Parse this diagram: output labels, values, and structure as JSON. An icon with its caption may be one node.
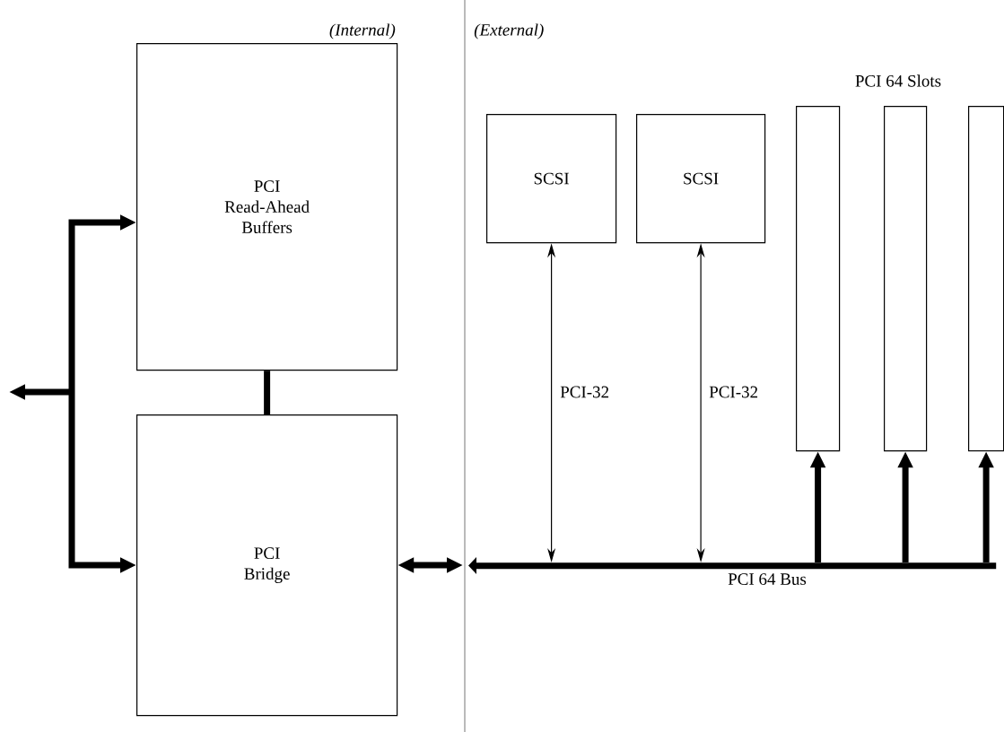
{
  "diagram": {
    "nodes": [
      {
        "text": [
          "PCI Read-Ahead Buffers"
        ]
      },
      {
        "text": [
          "PCI Bridge"
        ]
      },
      {
        "text": [
          "SCSI"
        ]
      },
      {
        "text": [
          "SCSI"
        ]
      },
      {
        "text": [],
        "shape": "box"
      },
      {
        "text": [],
        "shape": "box"
      },
      {
        "text": [],
        "shape": "box"
      },
      {
        "text": [],
        "shape": "bar",
        "beside": [
          "PCI 64 Bus"
        ]
      }
    ],
    "edges": [
      {
        "from": null,
        "to": 0,
        "arrow": "to"
      },
      {
        "from": null,
        "to": 1,
        "arrow": "to"
      },
      {
        "from": 0,
        "to": 1,
        "arrow": "none"
      },
      {
        "from": 1,
        "to": 7,
        "arrow": "both"
      },
      {
        "from": 2,
        "to": 7,
        "arrow": "both",
        "label": "PCI-32"
      },
      {
        "from": 3,
        "to": 7,
        "arrow": "both",
        "label": "PCI-32"
      },
      {
        "from": 7,
        "to": 4,
        "arrow": "to"
      },
      {
        "from": 7,
        "to": 5,
        "arrow": "to"
      },
      {
        "from": 7,
        "to": 6,
        "arrow": "to"
      }
    ],
    "labels": [
      "(Internal)",
      "(External)",
      "PCI 64 Slots"
    ]
  }
}
